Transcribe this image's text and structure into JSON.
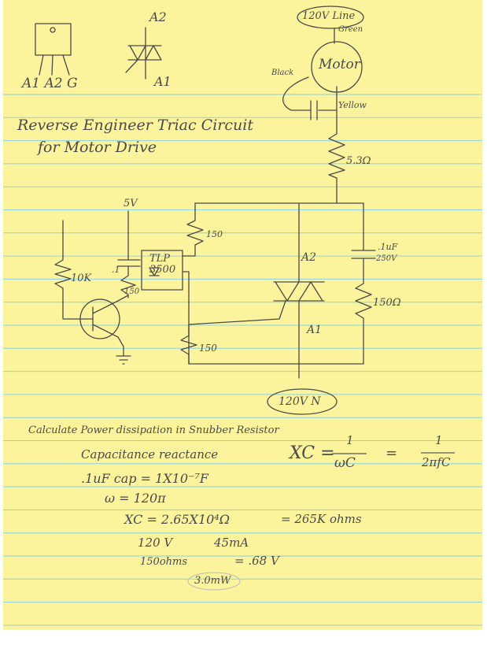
{
  "title": {
    "line1": "Reverse Engineer Triac Circuit",
    "line2": "for Motor Drive"
  },
  "pinout": {
    "package_pins": "A1 A2 G",
    "symbol_a2": "A2",
    "symbol_a1": "A1"
  },
  "circuit": {
    "line": "120V Line",
    "green": "Green",
    "motor": "Motor",
    "black": "Black",
    "yellow": "Yellow",
    "r_motor": "5.3Ω",
    "supply": "5V",
    "opto": "TLP 3500",
    "r_150_top": "150",
    "cap_small": ".1",
    "r_150_led": "150",
    "r_10k": "10K",
    "r_150_gate": "150",
    "snub_cap_val": ".1uF",
    "snub_cap_volt": "250V",
    "snub_res": "150Ω",
    "triac_a2": "A2",
    "triac_a1": "A1",
    "neutral": "120V N"
  },
  "calc": {
    "heading": "Calculate Power dissipation in Snubber Resistor",
    "reactance": "Capacitance reactance",
    "xc_lhs": "XC =",
    "xc_num1": "1",
    "xc_den1": "ωC",
    "xc_eq": "=",
    "xc_num2": "1",
    "xc_den2": "2πfC",
    "cap_line": ".1uF cap = 1X10⁻⁷F",
    "omega_line": "ω = 120π",
    "xc_value": "XC = 2.65X10⁴Ω",
    "xc_ohms": "= 265K ohms",
    "volt": "120 V",
    "current": "45mA",
    "ohms150": "150ohms",
    "volt_drop": "= .68 V",
    "power": "3.0mW"
  },
  "colors": {
    "paper": "#fbf49c",
    "rule": "#8fd0e2",
    "margin": "#e59a9a",
    "pencil": "#4a4a4a"
  }
}
